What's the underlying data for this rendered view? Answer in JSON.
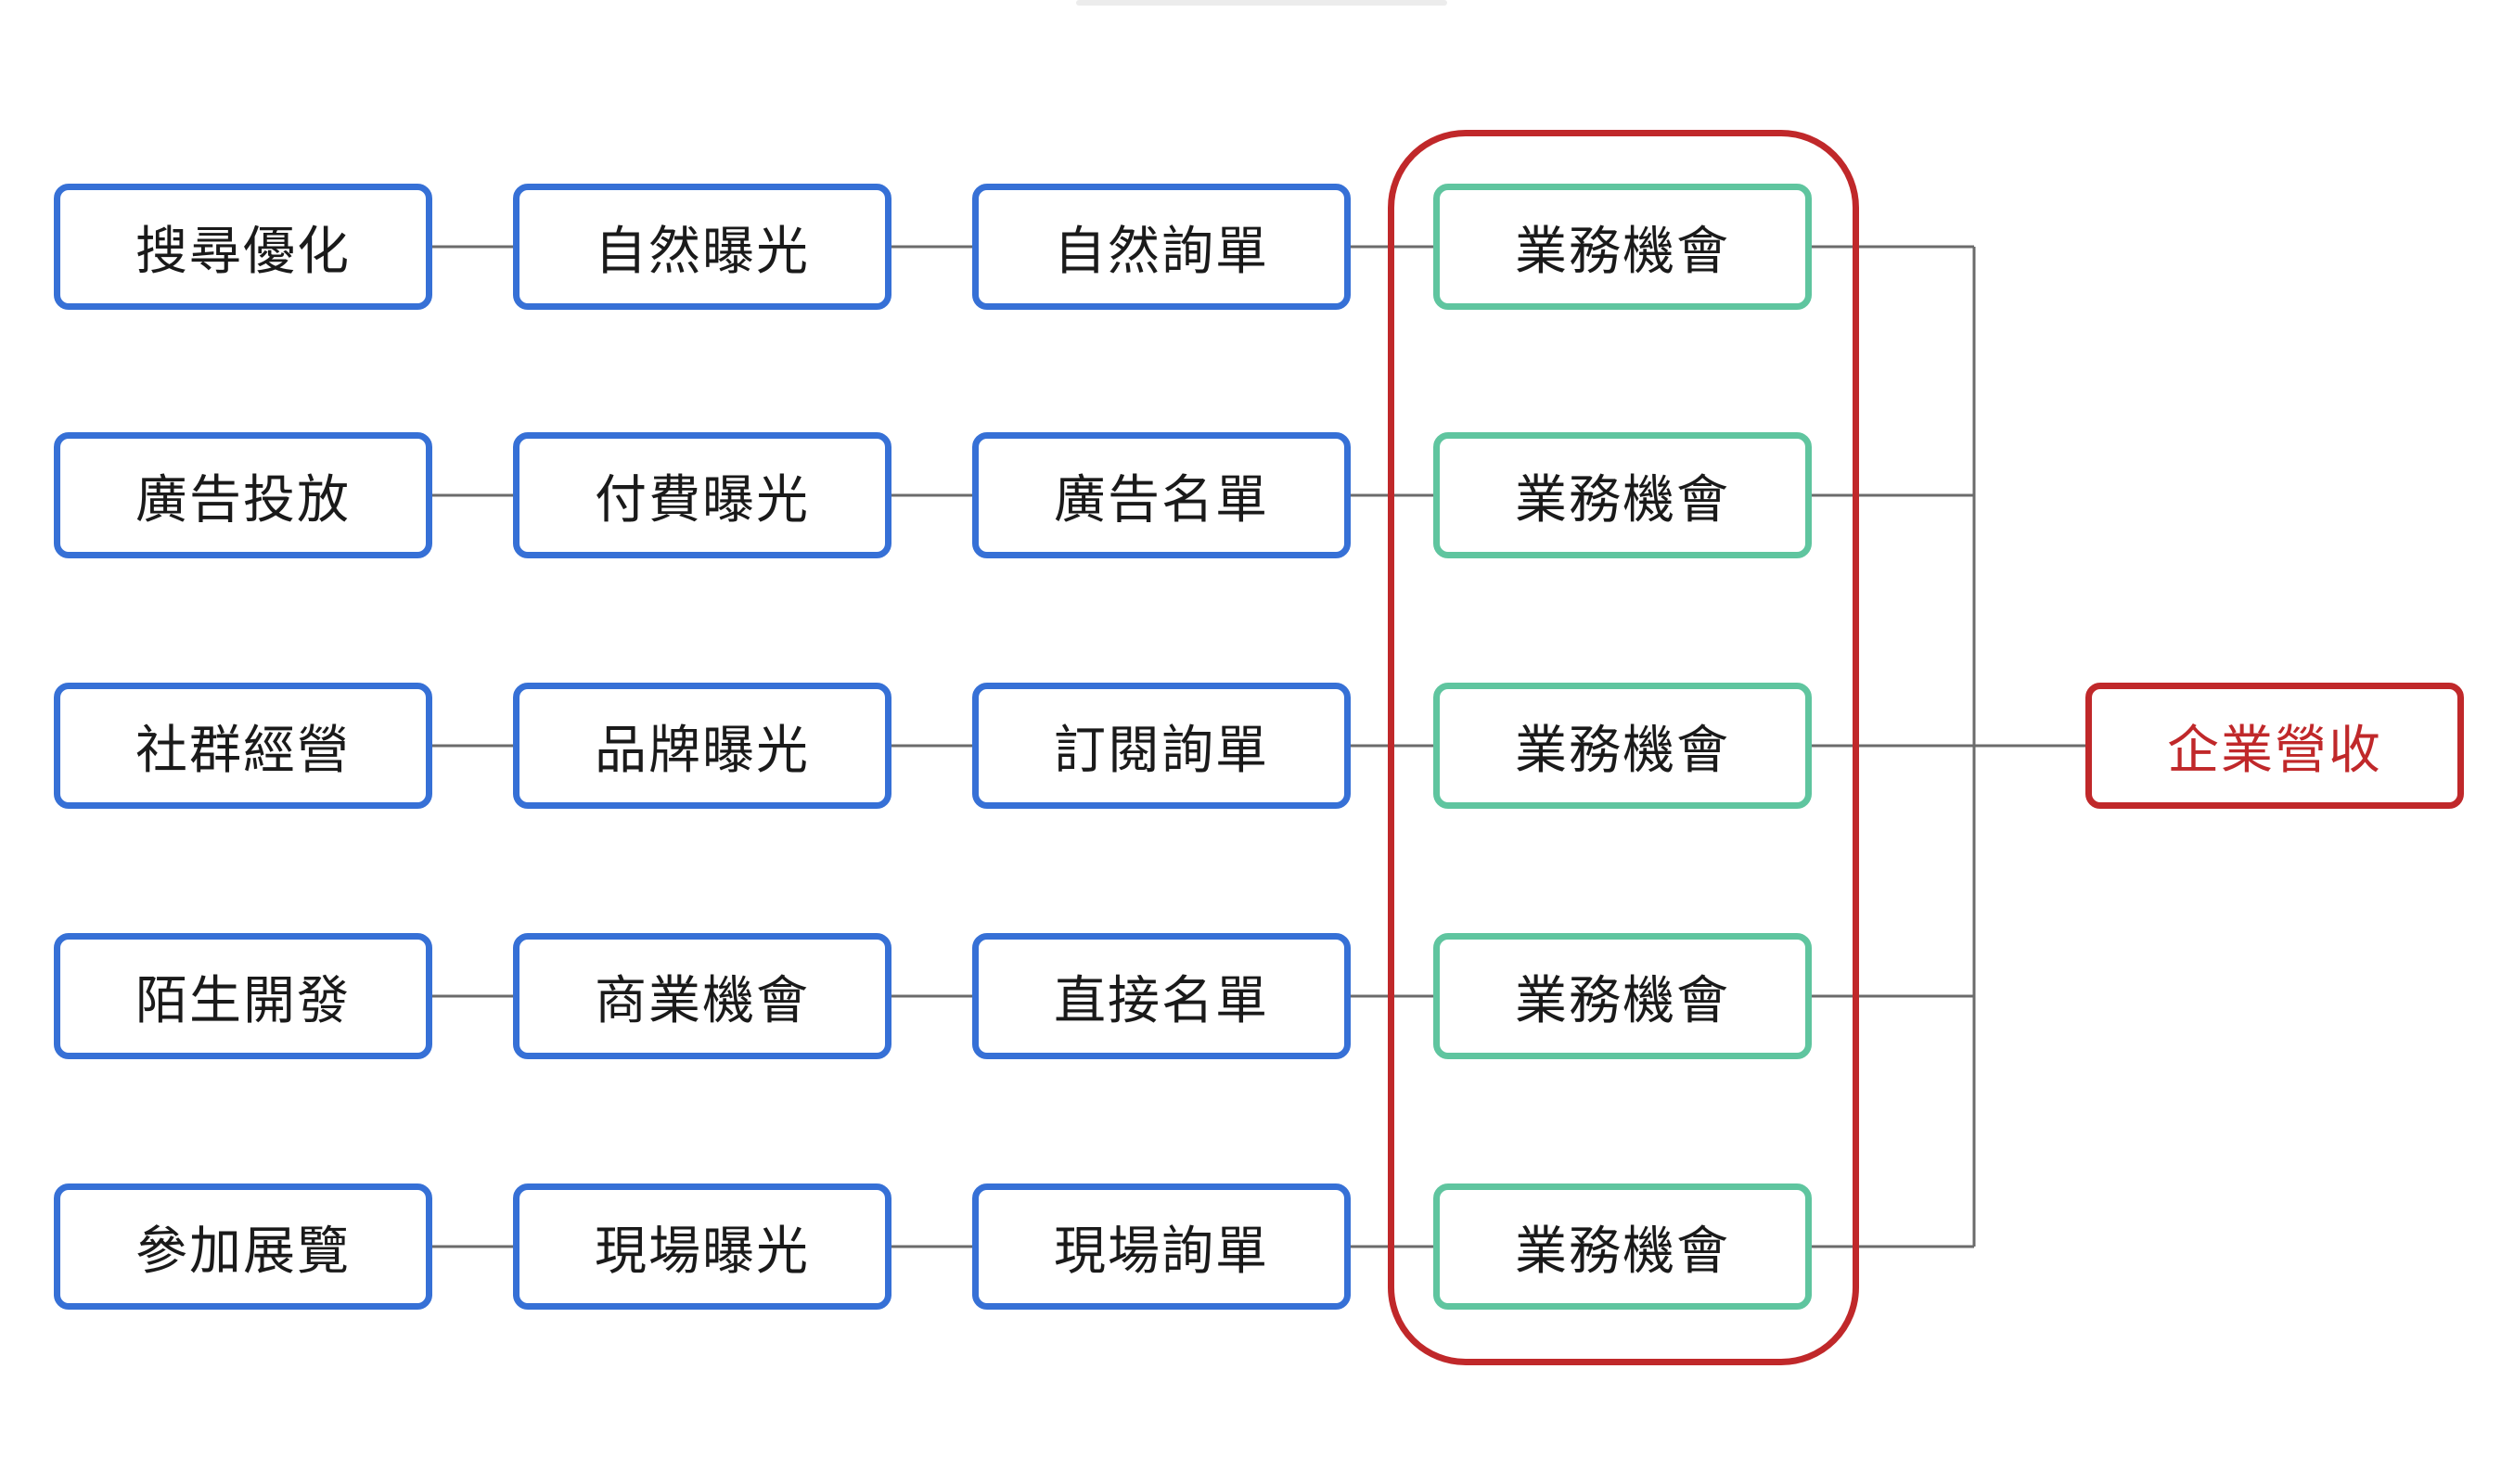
{
  "rows": [
    {
      "source": "搜尋優化",
      "exposure": "自然曝光",
      "lead": "自然詢單",
      "opportunity": "業務機會"
    },
    {
      "source": "廣告投放",
      "exposure": "付費曝光",
      "lead": "廣告名單",
      "opportunity": "業務機會"
    },
    {
      "source": "社群經營",
      "exposure": "品牌曝光",
      "lead": "訂閱詢單",
      "opportunity": "業務機會"
    },
    {
      "source": "陌生開發",
      "exposure": "商業機會",
      "lead": "直接名單",
      "opportunity": "業務機會"
    },
    {
      "source": "參加展覽",
      "exposure": "現場曝光",
      "lead": "現場詢單",
      "opportunity": "業務機會"
    }
  ],
  "result": {
    "label": "企業營收"
  },
  "colors": {
    "node_border": "#3670d6",
    "opportunity_border": "#5fc59f",
    "highlight": "#c0282a",
    "connector": "#6b6b6b",
    "text": "#1a1a1a"
  }
}
